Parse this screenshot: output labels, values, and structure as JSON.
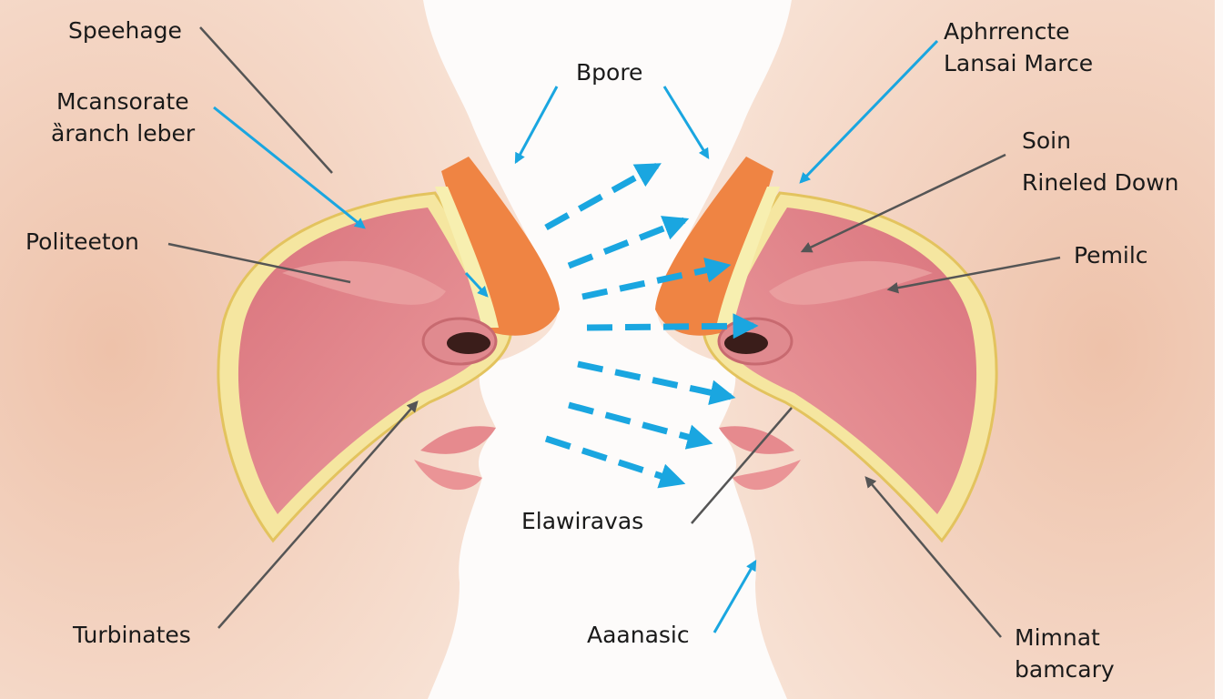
{
  "labels": {
    "top_left": "Speehage",
    "left_2_line1": "Mcansorate",
    "left_2_line2": "ȁranch leber",
    "left_3": "Politeeton",
    "bottom_left": "Turbinates",
    "top_center": "Bpore",
    "center_lower": "Elawiravas",
    "bottom_center": "Aaanasic",
    "top_right_line1": "Aphrrencte",
    "top_right_line2": "Lansai Marce",
    "right_2": "Soin",
    "right_3": "Rineled Down",
    "right_4": "Pemilc",
    "bottom_right_line1": "Mimnat",
    "bottom_right_line2": "bamcary"
  },
  "colors": {
    "skin": "#f4d6c4",
    "tissue": "#e0868c",
    "fat": "#f5e6a0",
    "cartilage": "#ef8443",
    "arrow": "#1aa6e0",
    "leader": "#555555"
  }
}
